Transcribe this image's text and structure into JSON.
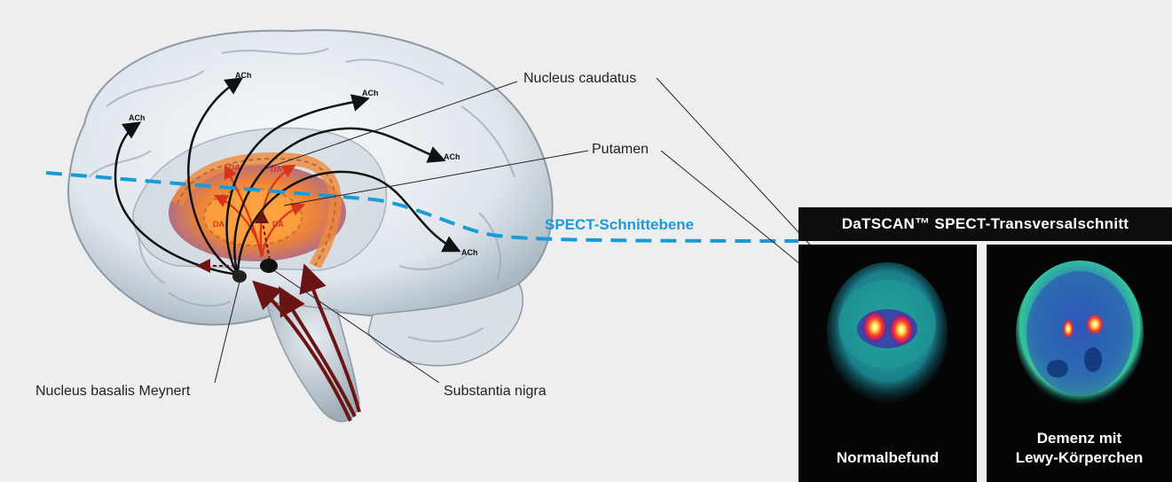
{
  "labels": {
    "nucleus_caudatus": "Nucleus caudatus",
    "putamen": "Putamen",
    "spect_plane": "SPECT-Schnittebene",
    "nucleus_basalis": "Nucleus basalis Meynert",
    "substantia_nigra": "Substantia nigra"
  },
  "neurotransmitters": {
    "ach": "ACh",
    "da": "DA"
  },
  "panel": {
    "title": "DaTSCAN™ SPECT-Transversalschnitt",
    "scans": [
      {
        "caption_line1": "Normalbefund",
        "caption_line2": ""
      },
      {
        "caption_line1": "Demenz mit",
        "caption_line2": "Lewy-Körperchen"
      }
    ]
  },
  "colors": {
    "background": "#eeeeee",
    "spect_line": "#1a9bd7",
    "pathway": "#6b1414",
    "panel": "#0d0d0d"
  }
}
